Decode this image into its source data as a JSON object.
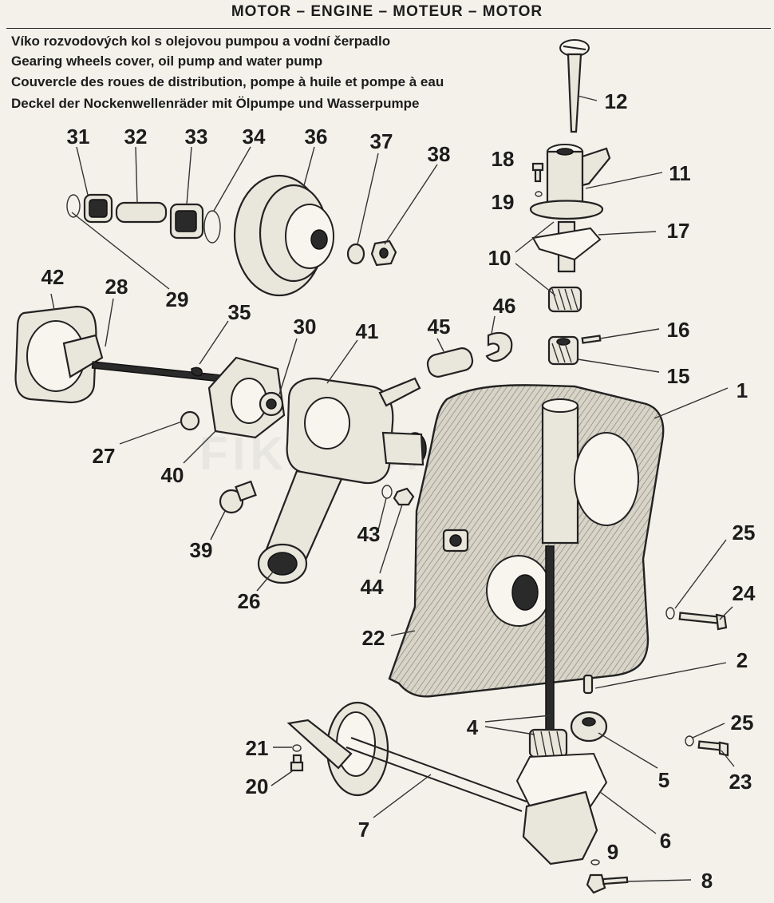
{
  "header": {
    "title": "MOTOR – ENGINE – MOTEUR – MOTOR"
  },
  "subtitles": [
    "Víko rozvodových kol s olejovou pumpou a vodní čerpadlo",
    "Gearing wheels cover, oil pump and water pump",
    "Couvercle des roues de distribution, pompe à huile et pompe à eau",
    "Deckel der Nockenwellenräder mit Ölpumpe und Wasserpumpe"
  ],
  "watermark": "FIKADO.cz",
  "callouts": {
    "n1": "1",
    "n2": "2",
    "n4": "4",
    "n5": "5",
    "n6": "6",
    "n7": "7",
    "n8": "8",
    "n9": "9",
    "n10": "10",
    "n11": "11",
    "n12": "12",
    "n15": "15",
    "n16": "16",
    "n17": "17",
    "n18": "18",
    "n19": "19",
    "n20": "20",
    "n21": "21",
    "n22": "22",
    "n23": "23",
    "n24": "24",
    "n25a": "25",
    "n25b": "25",
    "n26": "26",
    "n27": "27",
    "n28": "28",
    "n29": "29",
    "n30": "30",
    "n31": "31",
    "n32": "32",
    "n33": "33",
    "n34": "34",
    "n35": "35",
    "n36": "36",
    "n37": "37",
    "n38": "38",
    "n39": "39",
    "n40": "40",
    "n41": "41",
    "n42": "42",
    "n43": "43",
    "n44": "44",
    "n45": "45",
    "n46": "46"
  }
}
